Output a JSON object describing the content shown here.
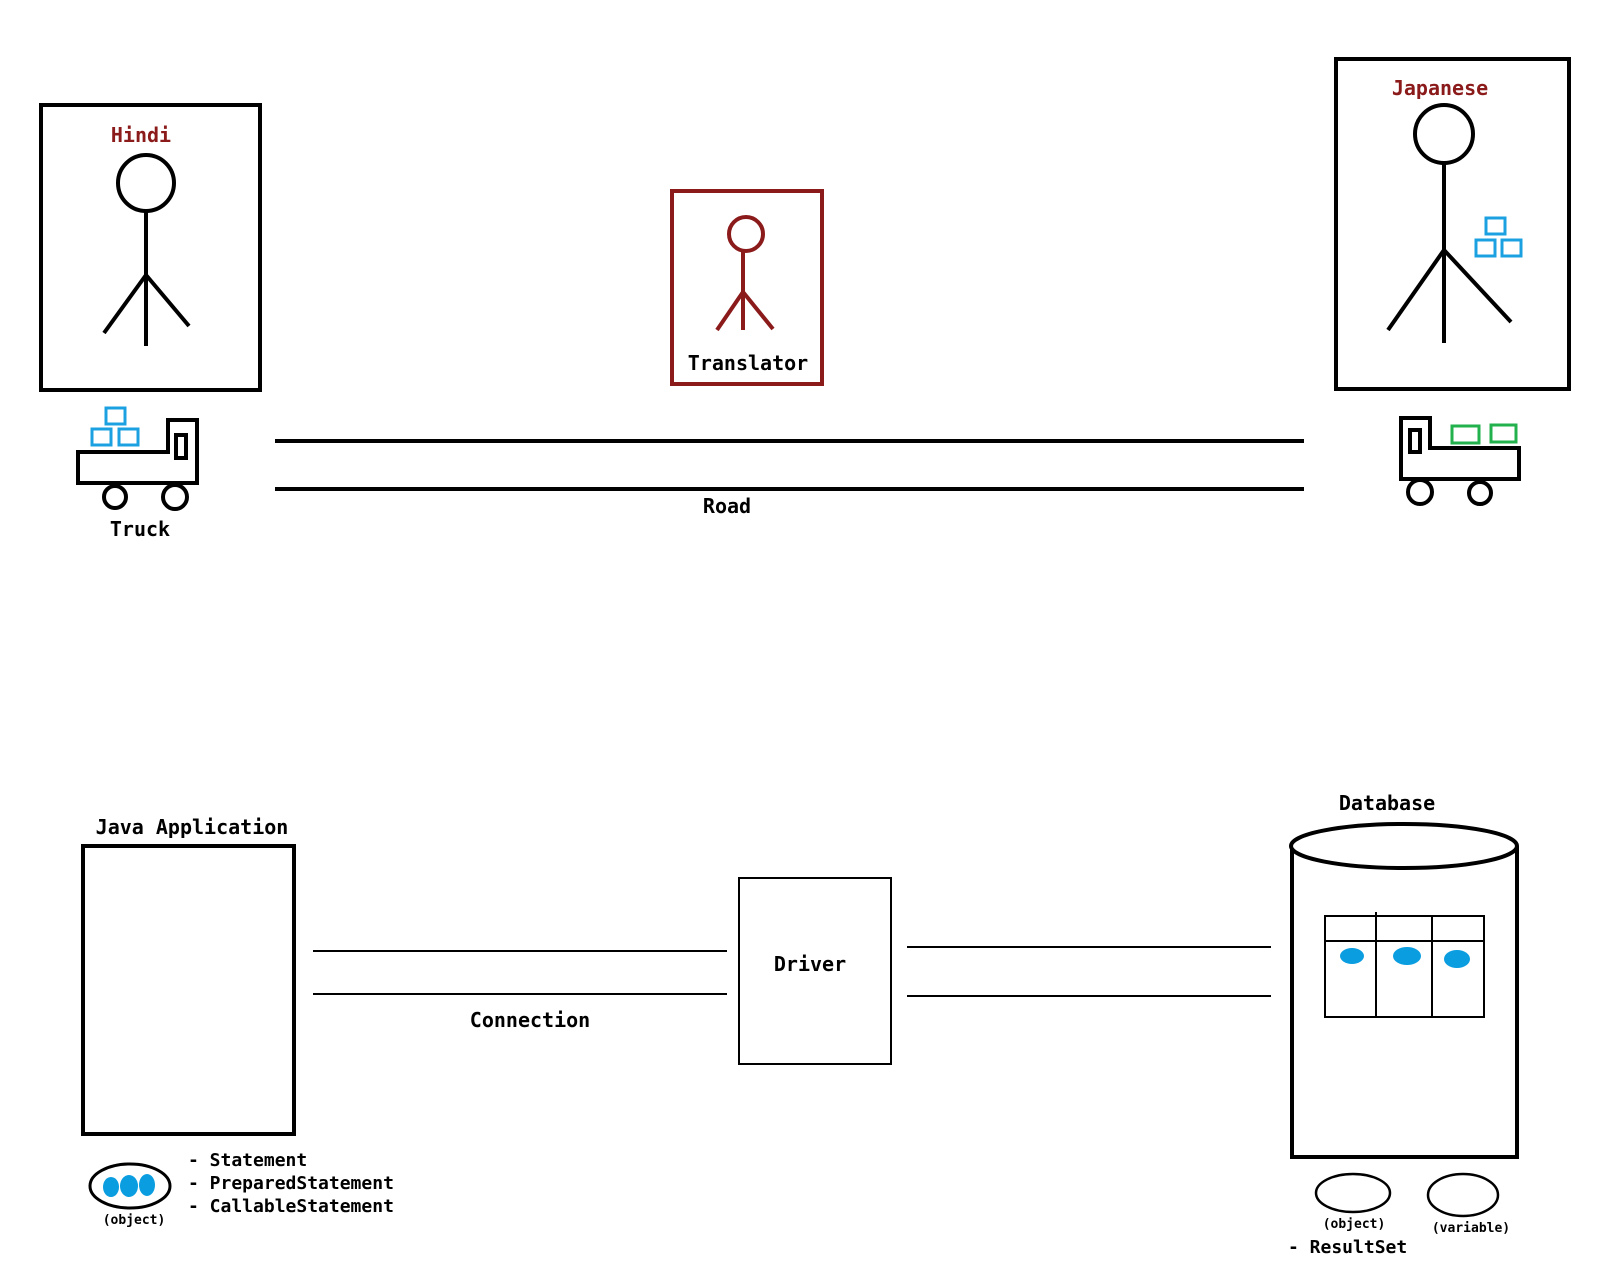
{
  "colors": {
    "ink": "#000000",
    "accent_red": "#8b1a1a",
    "box_blue": "#1ba1e2",
    "box_green": "#22b14c",
    "dot_blue": "#0a9de0"
  },
  "top_scene": {
    "hindi_label": "Hindi",
    "japanese_label": "Japanese",
    "translator_label": "Translator",
    "truck_label": "Truck",
    "road_label": "Road"
  },
  "bottom_scene": {
    "java_app_label": "Java Application",
    "connection_label": "Connection",
    "driver_label": "Driver",
    "database_label": "Database",
    "statement_types": [
      "- Statement",
      "- PreparedStatement",
      "- CallableStatement"
    ],
    "object_caption": "(object)",
    "db_object_caption": "(object)",
    "db_variable_caption": "(variable)",
    "resultset_label": "- ResultSet"
  }
}
